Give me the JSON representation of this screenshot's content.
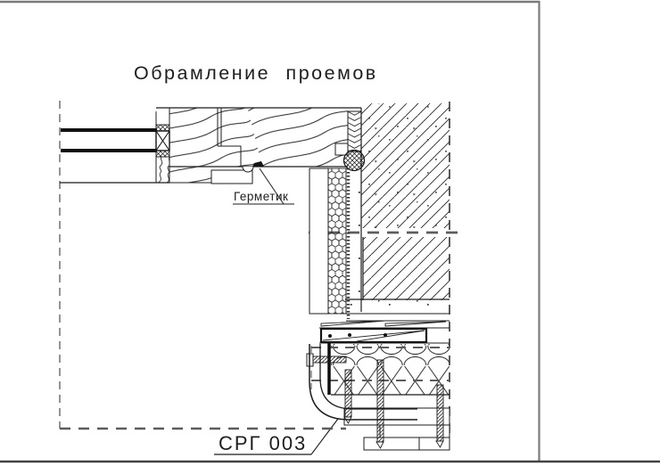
{
  "title": "Обрамление проемов",
  "labels": {
    "sealant": "Герметик",
    "detail_code": "СРГ 003"
  },
  "colors": {
    "background": "#ffffff",
    "line": "#222222",
    "line_dark": "#111111",
    "dashed_boundary": "#5c5c5c",
    "window_border": "#7a7a7a",
    "bottom_border": "#424242"
  },
  "patterns": {
    "wood_grain_hatch": "timber-log-wall",
    "wood_section_hatch": "sawn-timber-frame-piece",
    "diagonal_hatch": "masonry-concrete-wall",
    "honeycomb_hatch": "rigid-insulation-board",
    "zigzag_hatch": "compressed-sealing-tape",
    "crosshatch": "elastic-sealant-bead",
    "loop_hatch": "mineral-wool-batt",
    "speckle_hatch": "concrete-screed"
  }
}
